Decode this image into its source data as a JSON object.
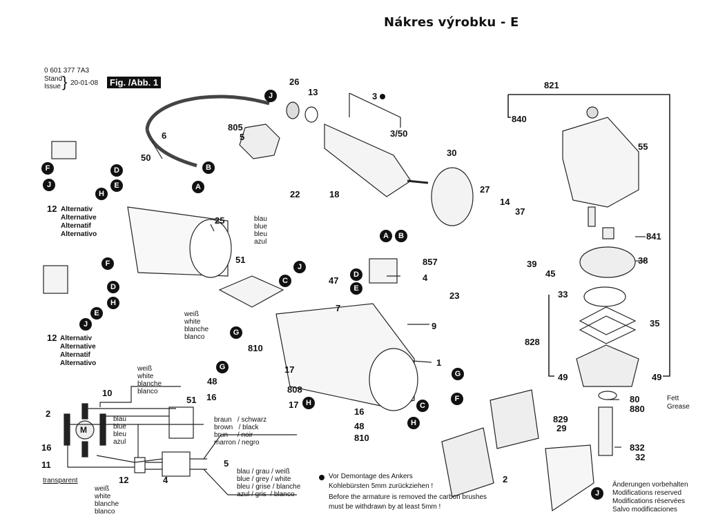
{
  "title": "Nákres výrobku - E",
  "header": {
    "part_number": "0 601 377 7A3",
    "stand_label": "Stand",
    "issue_label": "Issue",
    "date": "20-01-08",
    "figure": "Fig. /Abb. 1"
  },
  "part_numbers": {
    "p26": "26",
    "p13": "13",
    "p3": "3",
    "p3_50": "3/50",
    "p30": "30",
    "p6": "6",
    "p805": "805",
    "p5": "5",
    "p50": "50",
    "p22": "22",
    "p18": "18",
    "p25": "25",
    "p51": "51",
    "p857": "857",
    "p4": "4",
    "p47": "47",
    "p7": "7",
    "p23": "23",
    "p9": "9",
    "p1": "1",
    "p810a": "810",
    "p17a": "17",
    "p48a": "48",
    "p16a": "16",
    "p808": "808",
    "p17b": "17",
    "p16b": "16",
    "p48b": "48",
    "p810b": "810",
    "p12a": "12",
    "p12b": "12",
    "p821": "821",
    "p840": "840",
    "p55": "55",
    "p27": "27",
    "p14": "14",
    "p37": "37",
    "p39": "39",
    "p45": "45",
    "p841": "841",
    "p38": "38",
    "p33": "33",
    "p35": "35",
    "p828": "828",
    "p49a": "49",
    "p49b": "49",
    "p80": "80",
    "p880": "880",
    "p829": "829",
    "p29": "29",
    "p832": "832",
    "p32": "32",
    "p2": "2",
    "w10": "10",
    "w2": "2",
    "w16": "16",
    "w11": "11",
    "w51": "51",
    "w12": "12",
    "w4": "4",
    "w5": "5"
  },
  "connectors": {
    "A": "A",
    "B": "B",
    "C": "C",
    "D": "D",
    "E": "E",
    "F": "F",
    "G": "G",
    "H": "H",
    "J": "J"
  },
  "alternative_labels": [
    "Alternativ",
    "Alternative",
    "Alternatif",
    "Alternativo"
  ],
  "color_labels": {
    "blue": [
      "blau",
      "blue",
      "bleu",
      "azul"
    ],
    "white": [
      "weiß",
      "white",
      "blanche",
      "blanco"
    ],
    "brown_black": [
      "braun   / schwarz",
      "brown   / black",
      "brun     / noir",
      "marron / negro"
    ],
    "blue_grey_white": [
      "blau / grau / weiß",
      "blue / grey / white",
      "bleu / grise / blanche",
      "azul / gris  / blanco"
    ],
    "transparent": "transparent"
  },
  "wiring": {
    "motor_label": "M"
  },
  "grease": {
    "de": "Fett",
    "en": "Grease"
  },
  "notes": {
    "de_line1": "Vor Demontage des Ankers",
    "de_line2": "Kohlebürsten 5mm zurückziehen !",
    "en_line1": "Before the armature is removed the carbon brushes",
    "en_line2": "must be withdrawn by at least 5mm !"
  },
  "modifications": [
    "Änderungen vorbehalten",
    "Modifications reserved",
    "Modifications réservées",
    "Salvo modificaciones"
  ]
}
